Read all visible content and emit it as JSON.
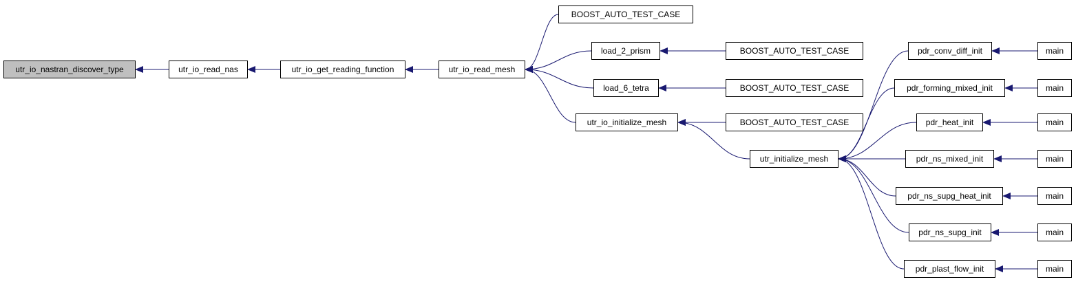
{
  "graph": {
    "edge_color": "#191970",
    "root_fill": "#bfbfbf",
    "nodes": [
      {
        "id": "root",
        "label": "utr_io_nastran_discover_type"
      },
      {
        "id": "read_nas",
        "label": "utr_io_read_nas"
      },
      {
        "id": "get_reading_function",
        "label": "utr_io_get_reading_function"
      },
      {
        "id": "read_mesh",
        "label": "utr_io_read_mesh"
      },
      {
        "id": "boost_1",
        "label": "BOOST_AUTO_TEST_CASE"
      },
      {
        "id": "load_2_prism",
        "label": "load_2_prism"
      },
      {
        "id": "load_6_tetra",
        "label": "load_6_tetra"
      },
      {
        "id": "io_initialize_mesh",
        "label": "utr_io_initialize_mesh"
      },
      {
        "id": "boost_2",
        "label": "BOOST_AUTO_TEST_CASE"
      },
      {
        "id": "boost_3",
        "label": "BOOST_AUTO_TEST_CASE"
      },
      {
        "id": "boost_4",
        "label": "BOOST_AUTO_TEST_CASE"
      },
      {
        "id": "initialize_mesh",
        "label": "utr_initialize_mesh"
      },
      {
        "id": "conv_diff",
        "label": "pdr_conv_diff_init"
      },
      {
        "id": "forming_mixed",
        "label": "pdr_forming_mixed_init"
      },
      {
        "id": "heat",
        "label": "pdr_heat_init"
      },
      {
        "id": "ns_mixed",
        "label": "pdr_ns_mixed_init"
      },
      {
        "id": "ns_supg_heat",
        "label": "pdr_ns_supg_heat_init"
      },
      {
        "id": "ns_supg",
        "label": "pdr_ns_supg_init"
      },
      {
        "id": "plast_flow",
        "label": "pdr_plast_flow_init"
      },
      {
        "id": "main_1",
        "label": "main"
      },
      {
        "id": "main_2",
        "label": "main"
      },
      {
        "id": "main_3",
        "label": "main"
      },
      {
        "id": "main_4",
        "label": "main"
      },
      {
        "id": "main_5",
        "label": "main"
      },
      {
        "id": "main_6",
        "label": "main"
      },
      {
        "id": "main_7",
        "label": "main"
      }
    ],
    "edges": [
      {
        "from": "read_nas",
        "to": "root"
      },
      {
        "from": "get_reading_function",
        "to": "read_nas"
      },
      {
        "from": "read_mesh",
        "to": "get_reading_function"
      },
      {
        "from": "boost_1",
        "to": "read_mesh"
      },
      {
        "from": "load_2_prism",
        "to": "read_mesh"
      },
      {
        "from": "load_6_tetra",
        "to": "read_mesh"
      },
      {
        "from": "io_initialize_mesh",
        "to": "read_mesh"
      },
      {
        "from": "boost_2",
        "to": "load_2_prism"
      },
      {
        "from": "boost_3",
        "to": "load_6_tetra"
      },
      {
        "from": "boost_4",
        "to": "io_initialize_mesh"
      },
      {
        "from": "initialize_mesh",
        "to": "io_initialize_mesh"
      },
      {
        "from": "conv_diff",
        "to": "initialize_mesh"
      },
      {
        "from": "forming_mixed",
        "to": "initialize_mesh"
      },
      {
        "from": "heat",
        "to": "initialize_mesh"
      },
      {
        "from": "ns_mixed",
        "to": "initialize_mesh"
      },
      {
        "from": "ns_supg_heat",
        "to": "initialize_mesh"
      },
      {
        "from": "ns_supg",
        "to": "initialize_mesh"
      },
      {
        "from": "plast_flow",
        "to": "initialize_mesh"
      },
      {
        "from": "main_1",
        "to": "conv_diff"
      },
      {
        "from": "main_2",
        "to": "forming_mixed"
      },
      {
        "from": "main_3",
        "to": "heat"
      },
      {
        "from": "main_4",
        "to": "ns_mixed"
      },
      {
        "from": "main_5",
        "to": "ns_supg_heat"
      },
      {
        "from": "main_6",
        "to": "ns_supg"
      },
      {
        "from": "main_7",
        "to": "plast_flow"
      }
    ]
  }
}
